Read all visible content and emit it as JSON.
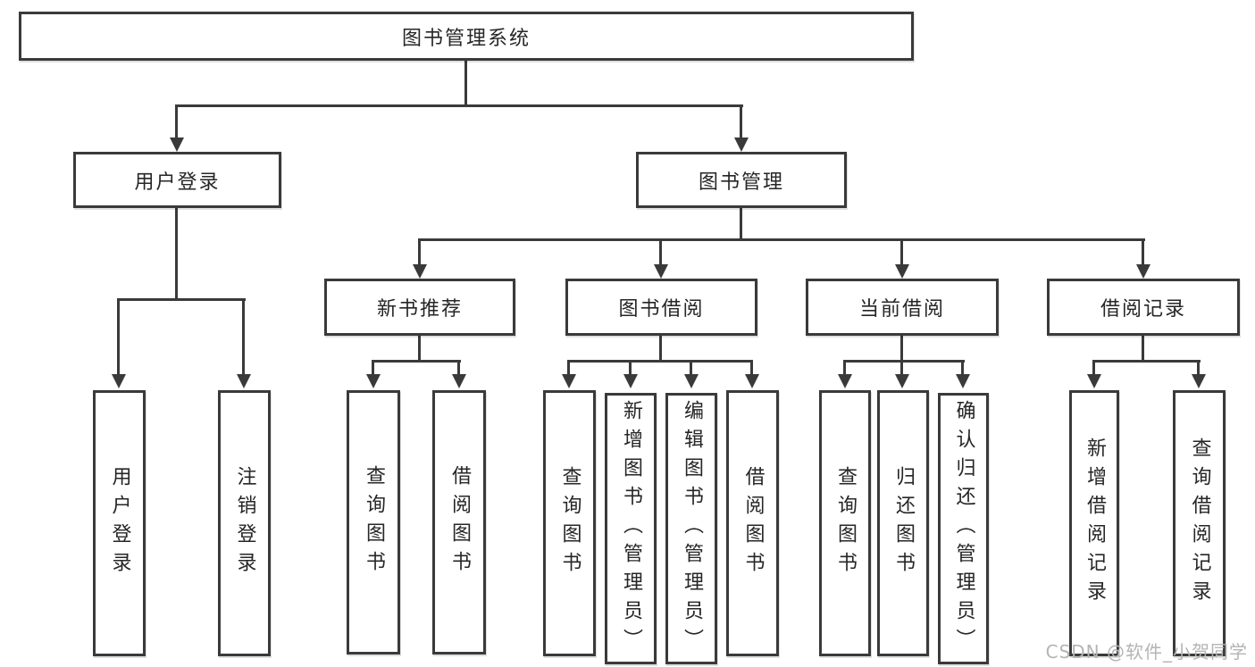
{
  "diagram": {
    "background": "#ffffff",
    "colors": {
      "line": "#3a3a3a",
      "text": "#262626",
      "watermark": "#b4b4b4"
    },
    "watermark": "CSDN @软件_小贺同学",
    "nodes": {
      "root": "图书管理系统",
      "user_login": "用户登录",
      "book_management": "图书管理",
      "new_book_recommend": "新书推荐",
      "book_borrow": "图书借阅",
      "current_borrow": "当前借阅",
      "borrow_records": "借阅记录",
      "ul_user_login": "用户登录",
      "ul_logout": "注销登录",
      "nr_query_book": "查询图书",
      "nr_borrow_book": "借阅图书",
      "bb_query_book": "查询图书",
      "bb_add_book": "新增图书（管理员）",
      "bb_edit_book": "编辑图书（管理员）",
      "bb_borrow_book": "借阅图书",
      "cb_query_book": "查询图书",
      "cb_return_book": "归还图书",
      "cb_confirm_return": "确认归还（管理员）",
      "br_add_record": "新增借阅记录",
      "br_query_record": "查询借阅记录"
    },
    "structure": {
      "图书管理系统": {
        "用户登录": [
          "用户登录",
          "注销登录"
        ],
        "图书管理": {
          "新书推荐": [
            "查询图书",
            "借阅图书"
          ],
          "图书借阅": [
            "查询图书",
            "新增图书（管理员）",
            "编辑图书（管理员）",
            "借阅图书"
          ],
          "当前借阅": [
            "查询图书",
            "归还图书",
            "确认归还（管理员）"
          ],
          "借阅记录": [
            "新增借阅记录",
            "查询借阅记录"
          ]
        }
      }
    }
  }
}
